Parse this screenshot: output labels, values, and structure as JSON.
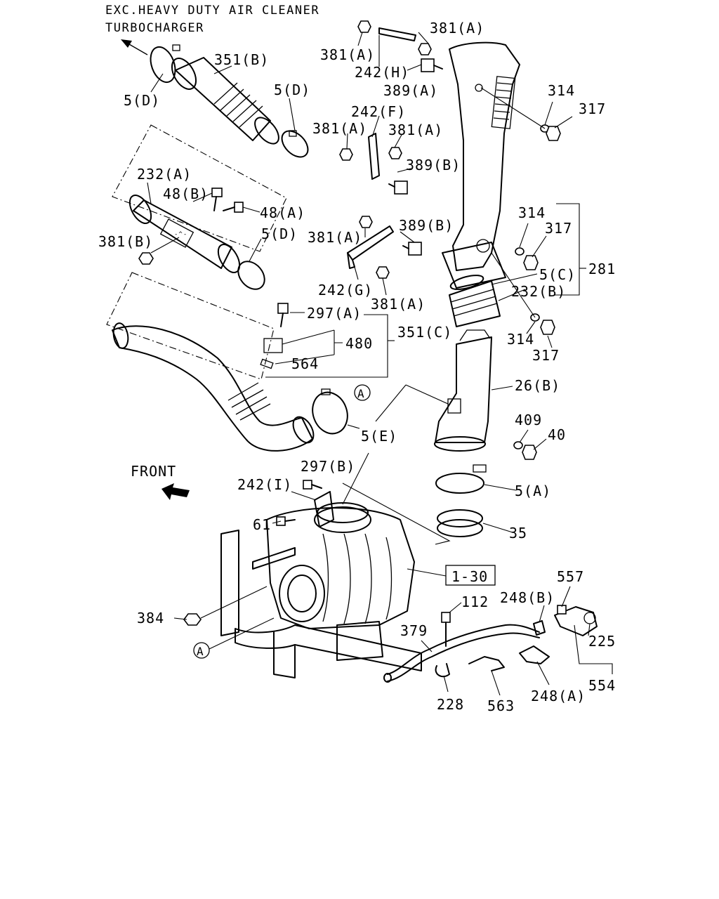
{
  "header": {
    "line1": "EXC.HEAVY DUTY AIR CLEANER",
    "line2": "TURBOCHARGER"
  },
  "front_label": "FRONT",
  "ref_box": "1-30",
  "circle_ref": "A",
  "labels": {
    "l_5d_a": "5(D)",
    "l_351b": "351(B)",
    "l_5d_b": "5(D)",
    "l_232a": "232(A)",
    "l_48b": "48(B)",
    "l_48a": "48(A)",
    "l_381b": "381(B)",
    "l_5d_c": "5(D)",
    "l_381a_1": "381(A)",
    "l_381a_2": "381(A)",
    "l_242h": "242(H)",
    "l_389a": "389(A)",
    "l_314_1": "314",
    "l_317_1": "317",
    "l_242f": "242(F)",
    "l_381a_3": "381(A)",
    "l_381a_4": "381(A)",
    "l_389b_1": "389(B)",
    "l_314_2": "314",
    "l_317_2": "317",
    "l_381a_5": "381(A)",
    "l_389b_2": "389(B)",
    "l_5c": "5(C)",
    "l_281": "281",
    "l_232b": "232(B)",
    "l_242g": "242(G)",
    "l_381a_6": "381(A)",
    "l_297a": "297(A)",
    "l_351c": "351(C)",
    "l_480": "480",
    "l_564": "564",
    "l_314_3": "314",
    "l_317_3": "317",
    "l_26b": "26(B)",
    "l_5e": "5(E)",
    "l_409": "409",
    "l_40": "40",
    "l_297b": "297(B)",
    "l_242i": "242(I)",
    "l_5a": "5(A)",
    "l_61": "61",
    "l_35": "35",
    "l_557": "557",
    "l_248b": "248(B)",
    "l_112": "112",
    "l_384": "384",
    "l_379": "379",
    "l_225": "225",
    "l_554": "554",
    "l_248a": "248(A)",
    "l_228": "228",
    "l_563": "563"
  }
}
